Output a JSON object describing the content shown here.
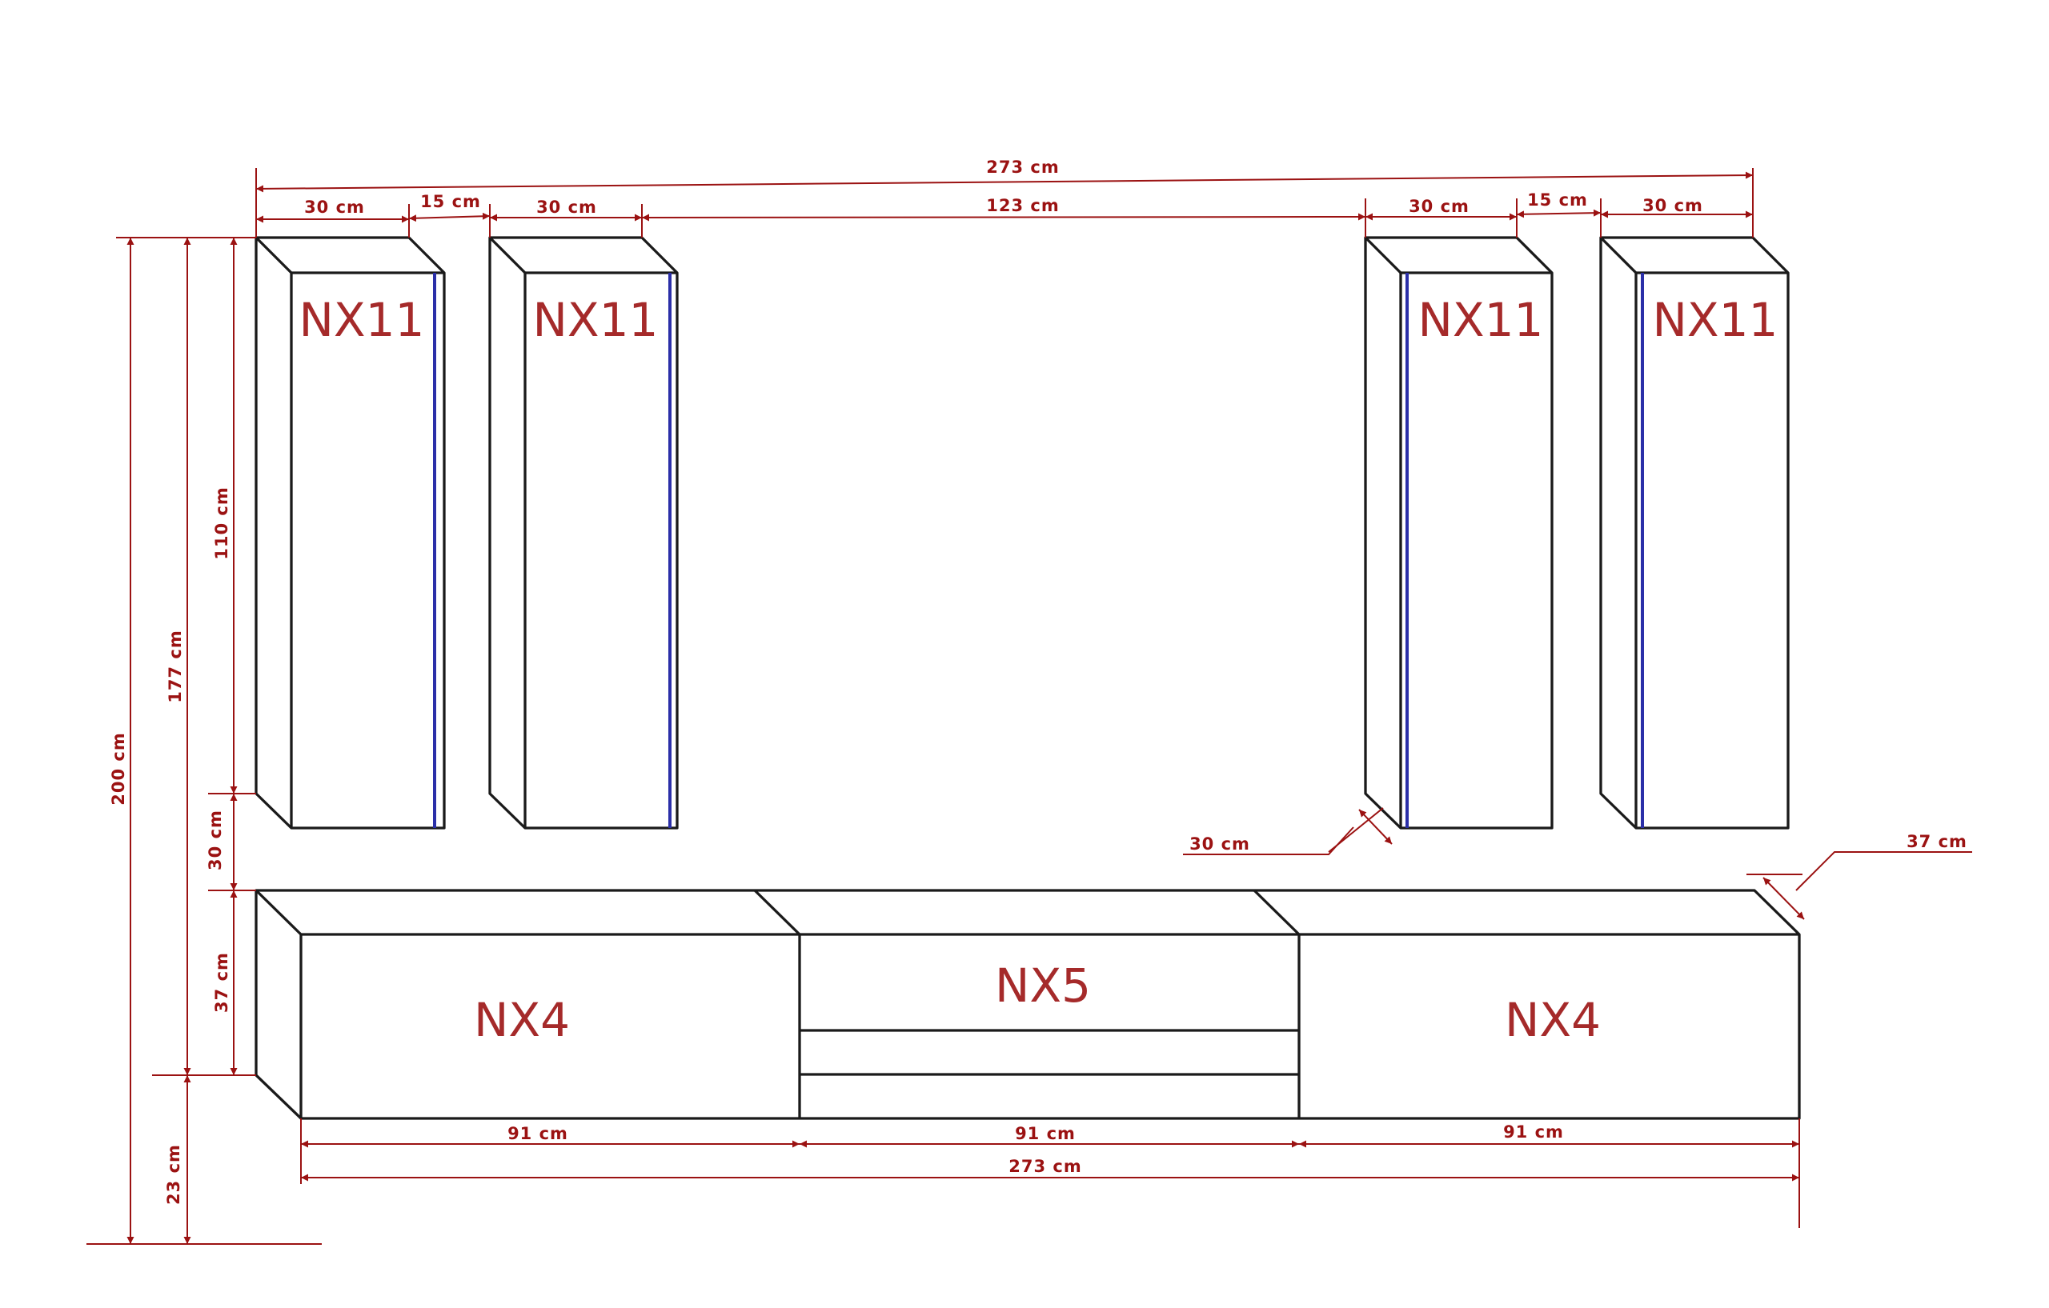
{
  "colors": {
    "dimension": "#9b1212",
    "module_label": "#a52a2a",
    "outline": "#1a1a1a",
    "led_strip": "#2b2fa8"
  },
  "modules": {
    "cabinet_1": "NX11",
    "cabinet_2": "NX11",
    "cabinet_3": "NX11",
    "cabinet_4": "NX11",
    "base_left": "NX4",
    "base_center": "NX5",
    "base_right": "NX4"
  },
  "dimensions": {
    "top_total": "273 cm",
    "top_w1": "30 cm",
    "top_gap1": "15 cm",
    "top_w2": "30 cm",
    "top_middle": "123 cm",
    "top_w3": "30 cm",
    "top_gap2": "15 cm",
    "top_w4": "30 cm",
    "total_height": "200 cm",
    "mount_height": "177 cm",
    "cabinet_height": "110 cm",
    "gap_height": "30 cm",
    "base_height": "37 cm",
    "floor_clearance": "23 cm",
    "cabinet_depth": "30 cm",
    "base_depth": "37 cm",
    "base_w1": "91 cm",
    "base_w2": "91 cm",
    "base_w3": "91 cm",
    "bottom_total": "273 cm"
  }
}
